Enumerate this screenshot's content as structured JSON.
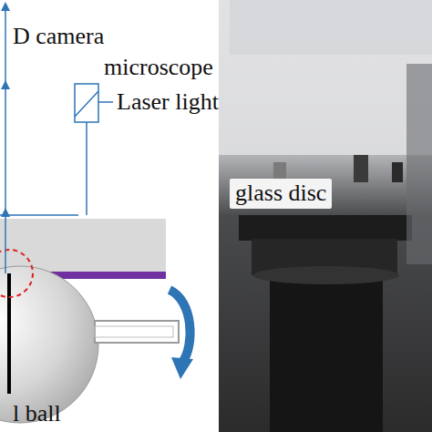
{
  "diagram": {
    "labels": [
      "D camera",
      "microscope",
      "Laser light",
      "l ball",
      "glass disc"
    ]
  }
}
